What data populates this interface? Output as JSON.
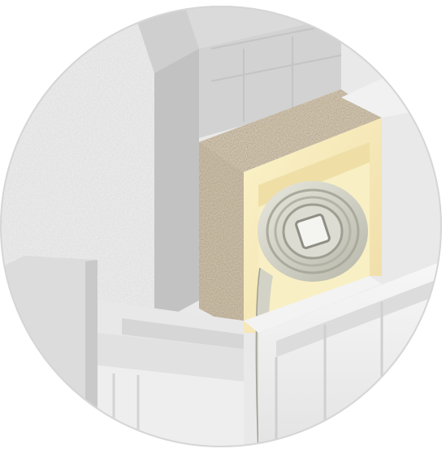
{
  "image": {
    "kind": "3d-cutaway-illustration",
    "subject": "roller-shutter-box",
    "frame_shape": "circle",
    "labels": []
  },
  "components": {
    "wall": {
      "finish": "textured-plaster",
      "color": "#ececec"
    },
    "lintel": {
      "material": "hollow-brick",
      "color": "#d4d4d4"
    },
    "insulation": {
      "material": "granular-cork",
      "color": "#d8cbb4"
    },
    "box_lining": {
      "color": "#f1e3b0"
    },
    "shutter_roll": {
      "color": "#cfcfc4"
    },
    "guide_rail": {
      "color": "#e6e6e6"
    },
    "window_frame": {
      "color": "#f4f4f4"
    }
  }
}
